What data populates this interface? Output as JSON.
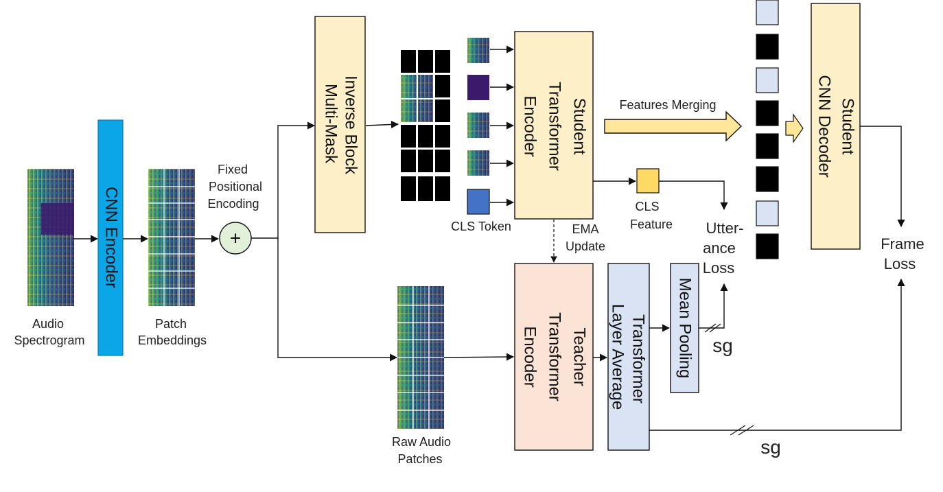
{
  "labels": {
    "audio_spectrogram_1": "Audio",
    "audio_spectrogram_2": "Spectrogram",
    "cnn_encoder": "CNN Encoder",
    "patch_embeddings_1": "Patch",
    "patch_embeddings_2": "Embeddings",
    "fixed_pos_1": "Fixed",
    "fixed_pos_2": "Positional",
    "fixed_pos_3": "Encoding",
    "plus": "+",
    "inverse_mask_1": "Inverse Block",
    "inverse_mask_2": "Multi-Mask",
    "cls_token": "CLS Token",
    "student_encoder_1": "Student",
    "student_encoder_2": "Transformer",
    "student_encoder_3": "Encoder",
    "features_merging": "Features Merging",
    "cls_feature_1": "CLS",
    "cls_feature_2": "Feature",
    "utterance_loss_1": "Utter-",
    "utterance_loss_2": "ance",
    "utterance_loss_3": "Loss",
    "ema_update_1": "EMA",
    "ema_update_2": "Update",
    "student_decoder_1": "Student",
    "student_decoder_2": "CNN Decoder",
    "frame_loss_1": "Frame",
    "frame_loss_2": "Loss",
    "raw_patches_1": "Raw Audio",
    "raw_patches_2": "Patches",
    "teacher_encoder_1": "Teacher",
    "teacher_encoder_2": "Transformer",
    "teacher_encoder_3": "Encoder",
    "layer_average_1": "Transformer",
    "layer_average_2": "Layer Average",
    "mean_pooling": "Mean Pooling",
    "sg_top": "sg",
    "sg_bottom": "sg"
  },
  "colors": {
    "cnn_encoder": "#0aa6e8",
    "inverse_mask": "#fdefc8",
    "student_encoder": "#fdefc8",
    "teacher_encoder": "#fbe4d6",
    "layer_average": "#dae3f3",
    "mean_pooling": "#dae3f3",
    "student_decoder": "#fdefc8",
    "cls_token": "#4472c4",
    "cls_feature": "#ffd966",
    "merge_arrow": "#ffe699",
    "mask_black": "#000000",
    "token_light": "#dae3f3",
    "pos_circle": "#e2f0d9",
    "spectrogram_dark": "#3b1a6b",
    "spectrogram_bright": "#c8e020"
  }
}
